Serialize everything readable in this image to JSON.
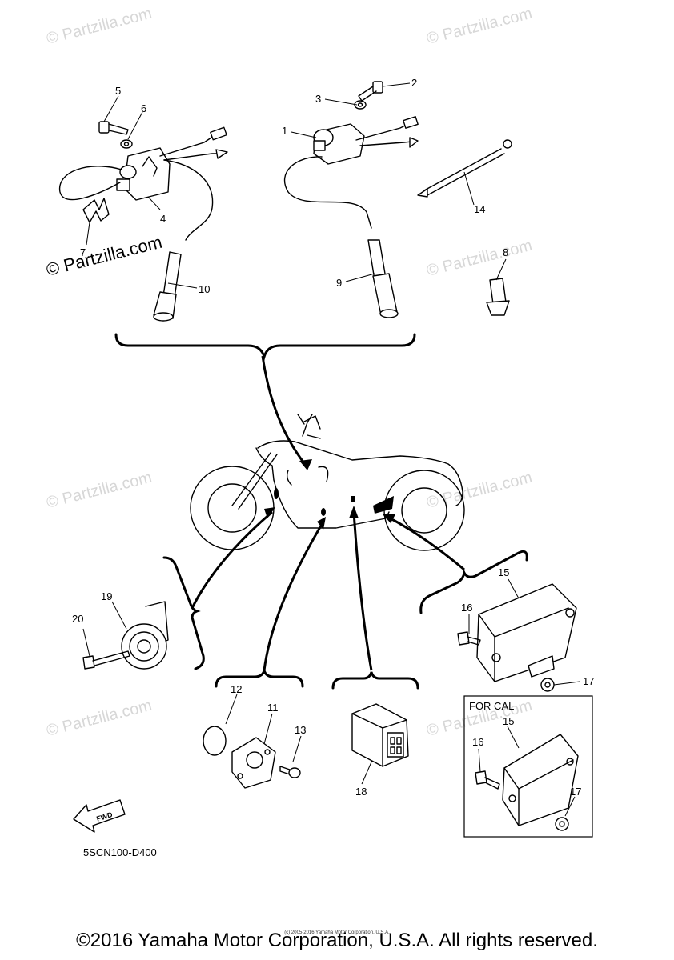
{
  "watermark": "© Partzilla.com",
  "drawing_code": "5SCN100-D400",
  "for_cal_label": "FOR CAL",
  "fwd_label": "FWD",
  "small_credit": "(c) 2005-2016 Yamaha Motor Corporation, U.S.A.",
  "copyright": "©2016 Yamaha Motor Corporation, U.S.A. All rights reserved.",
  "callouts": [
    "1",
    "2",
    "3",
    "4",
    "5",
    "6",
    "7",
    "8",
    "9",
    "10",
    "11",
    "12",
    "13",
    "14",
    "15",
    "16",
    "17",
    "18",
    "19",
    "20"
  ],
  "cal_callouts": [
    "15",
    "16",
    "17"
  ],
  "icons": [
    "ignition-coil-icon",
    "spark-plug-cap-icon",
    "wire-harness-icon",
    "motorcycle-silhouette-icon",
    "horn-icon",
    "cdi-unit-icon",
    "relay-icon",
    "sensor-icon",
    "fwd-arrow-icon"
  ]
}
